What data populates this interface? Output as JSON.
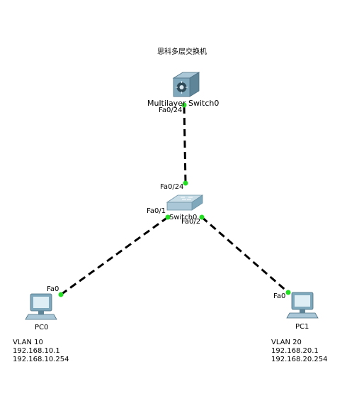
{
  "title": "思科多层交换机",
  "devices": {
    "multilayer_switch": {
      "name": "Multilayer Switch0"
    },
    "switch": {
      "name": "Switch0"
    },
    "pc0": {
      "name": "PC0",
      "vlan": "VLAN 10",
      "ip": "192.168.10.1",
      "gateway": "192.168.10.254"
    },
    "pc1": {
      "name": "PC1",
      "vlan": "VLAN 20",
      "ip": "192.168.20.1",
      "gateway": "192.168.20.254"
    }
  },
  "ports": {
    "mls_fa0_24": "Fa0/24",
    "sw_fa0_24": "Fa0/24",
    "sw_fa0_1": "Fa0/1",
    "sw_fa0_2": "Fa0/2",
    "pc0_fa0": "Fa0",
    "pc1_fa0": "Fa0"
  },
  "colors": {
    "link": "#000000",
    "port_up": "#22dd22",
    "device_body": "#7fa8bc",
    "device_dark": "#4a6f82"
  }
}
